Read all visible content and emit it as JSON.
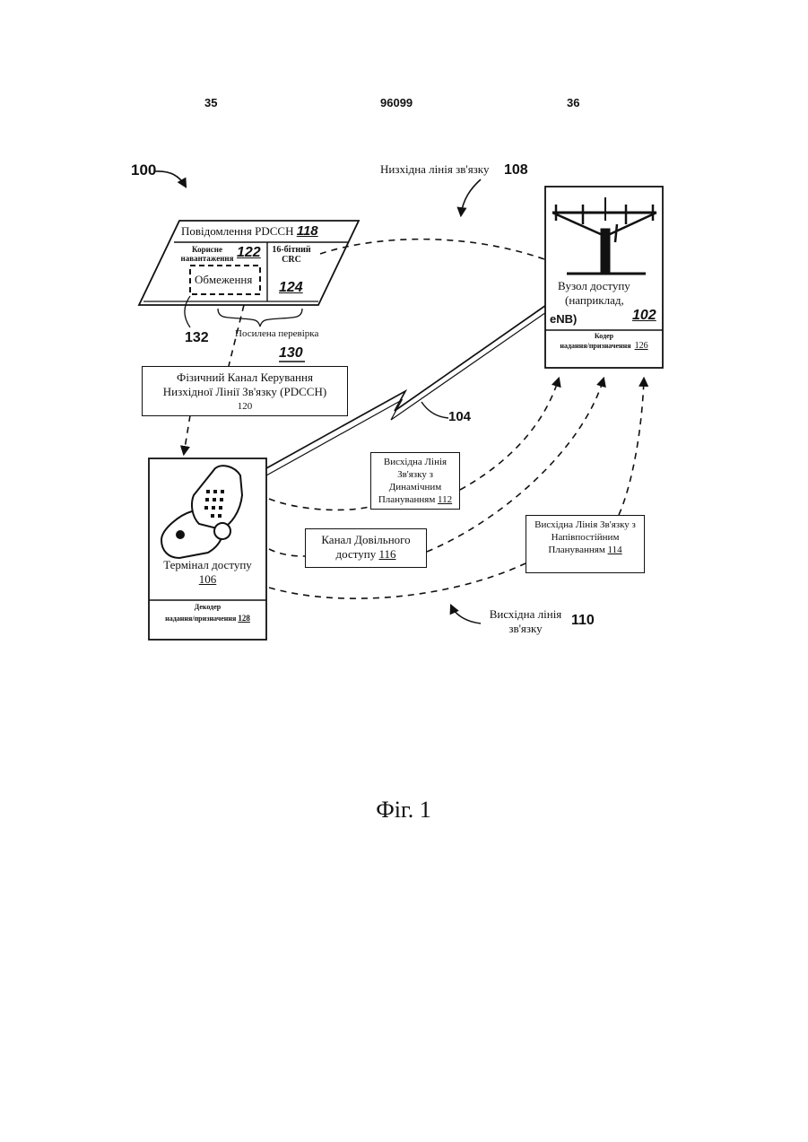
{
  "header": {
    "page_left": "35",
    "doc_number": "96099",
    "page_right": "36"
  },
  "figure_caption": "Фіг. 1",
  "refs": {
    "system": "100",
    "downlink": "108",
    "wireless": "104",
    "uplink": "110"
  },
  "downlink_label": "Низхідна лінія зв'язку",
  "uplink_label_line1": "Висхідна лінія",
  "uplink_label_line2": "зв'язку",
  "pdcch_message": {
    "title": "Повідомлення PDCCH",
    "ref": "118",
    "payload_line1": "Корисне",
    "payload_line2": "навантаження",
    "payload_ref": "122",
    "crc_line1": "16-бітний",
    "crc_line2": "CRC",
    "crc_ref": "124",
    "constraint": "Обмеження",
    "constraint_ref": "132",
    "enhanced_check": "Посилена перевірка",
    "enhanced_check_ref": "130"
  },
  "pdcch_channel": {
    "line1": "Фізичний Канал Керування",
    "line2": "Низхідної Лінії Зв'язку (PDCCH)",
    "ref": "120"
  },
  "access_node": {
    "line1": "Вузол доступу",
    "line2": "(наприклад,",
    "line3": "eNB)",
    "ref": "102",
    "encoder_line1": "Кодер",
    "encoder_line2": "надання/призначення",
    "encoder_ref": "126"
  },
  "access_terminal": {
    "label": "Термінал доступу",
    "ref": "106",
    "decoder_line1": "Декодер",
    "decoder_line2": "надання/призначення",
    "decoder_ref": "128"
  },
  "dynamic_uplink": {
    "line1": "Висхідна Лінія",
    "line2": "Зв'язку з",
    "line3": "Динамічним",
    "line4": "Плануванням",
    "ref": "112"
  },
  "random_access": {
    "line1": "Канал Довільного",
    "line2": "доступу",
    "ref": "116"
  },
  "semi_persistent_uplink": {
    "line1": "Висхідна Лінія Зв'язку з",
    "line2": "Напівпостійним",
    "line3": "Плануванням",
    "ref": "114"
  }
}
